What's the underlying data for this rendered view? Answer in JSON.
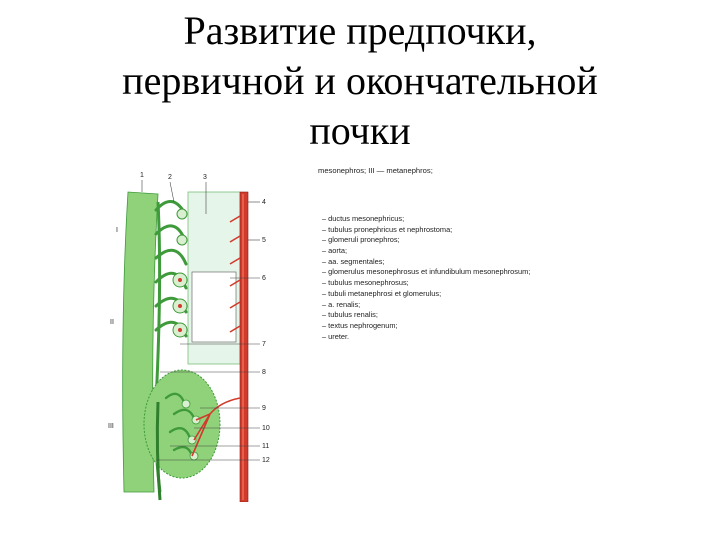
{
  "title": {
    "line1": "Развитие предпочки,",
    "line2": "первичной и окончательной",
    "line3": "почки"
  },
  "legend": {
    "header": "mesonephros; III — metanephros;",
    "items": [
      "– ductus mesonephricus;",
      "– tubulus pronephricus et nephrostoma;",
      "– glomeruli pronephros;",
      "– aorta;",
      "– aa. segmentales;",
      "– glomerulus mesonephrosus et infundibulum mesonephrosum;",
      "– tubulus mesonephrosus;",
      "– tubuli metanephrosi et glomerulus;",
      "– a. renalis;",
      "– tubulus renalis;",
      "– textus nephrogenum;",
      "– ureter."
    ]
  },
  "figure": {
    "numbers": [
      "1",
      "2",
      "3",
      "4",
      "5",
      "6",
      "7",
      "8",
      "9",
      "10",
      "11",
      "12"
    ],
    "sections": [
      "I",
      "II",
      "III"
    ],
    "colors": {
      "tissue": "#8fd27a",
      "tissue_dark": "#3e9a3a",
      "tissue_light": "#d9f0d0",
      "artery": "#d23a2c",
      "artery_light": "#f07a62",
      "canal": "#e6f5ea"
    }
  }
}
